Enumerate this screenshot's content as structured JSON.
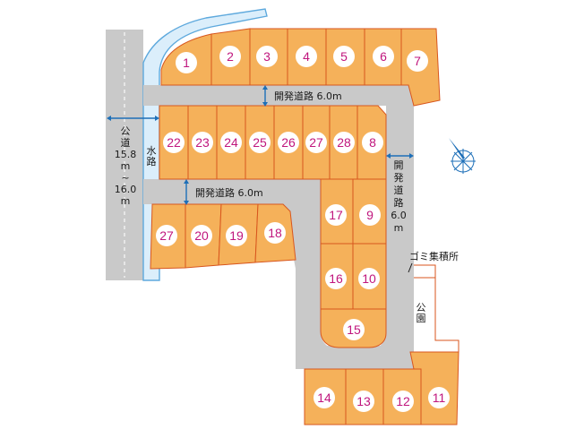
{
  "lots": [
    "1",
    "2",
    "3",
    "4",
    "5",
    "6",
    "7",
    "22",
    "23",
    "24",
    "25",
    "26",
    "27",
    "28",
    "8",
    "17",
    "9",
    "27",
    "20",
    "19",
    "18",
    "16",
    "10",
    "15",
    "14",
    "13",
    "12",
    "11"
  ],
  "roads": {
    "road_north": "開発道路 6.0m",
    "road_middle": "開発道路 6.0m",
    "road_east_vertical": [
      "開",
      "発",
      "道",
      "路",
      "6.0",
      "m"
    ],
    "public_road_vertical": [
      "公",
      "道",
      "15.8",
      "m",
      "~",
      "16.0",
      "m"
    ],
    "waterway_vertical": [
      "水",
      "路"
    ]
  },
  "facilities": {
    "garbage": "ゴミ集積所",
    "park": [
      "公",
      "園"
    ]
  },
  "compass": "north-arrow-icon",
  "colors": {
    "lot_fill": "#f5b15a",
    "lot_border": "#d8561e",
    "lot_number": "#c0167d",
    "road": "#c9c9c9",
    "water": "#dbeefb",
    "arrow": "#1d6fb8"
  }
}
